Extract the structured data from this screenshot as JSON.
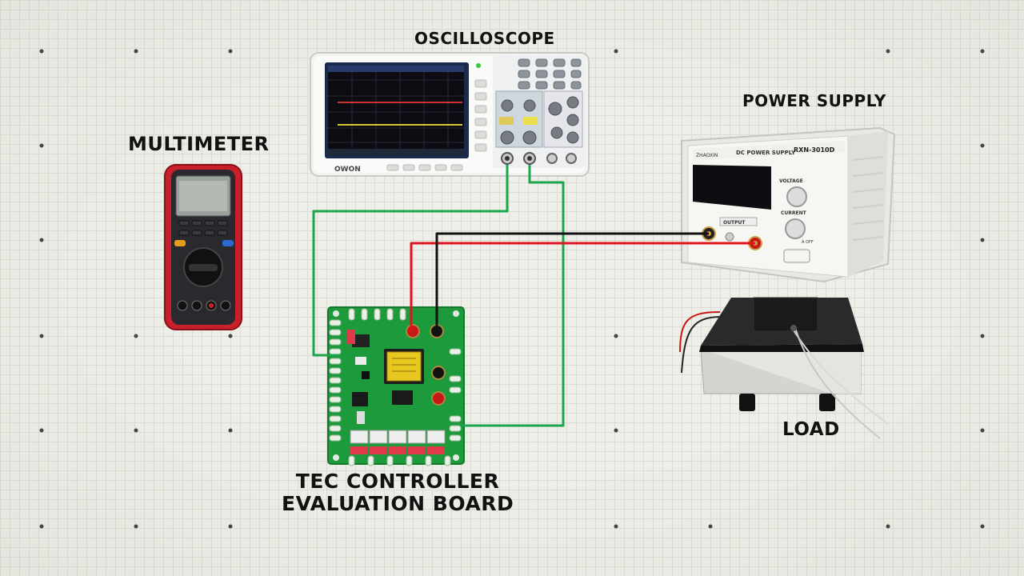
{
  "labels": {
    "oscilloscope": "OSCILLOSCOPE",
    "multimeter": "MULTIMETER",
    "power_supply": "POWER SUPPLY",
    "load": "LOAD",
    "tec_line1": "TEC CONTROLLER",
    "tec_line2": "EVALUATION BOARD"
  },
  "devices": {
    "oscilloscope_brand": "OWON",
    "power_supply_model": "RXN-3010D",
    "power_supply_title": "DC POWER SUPPLY",
    "power_supply_brand": "ZHAOXIN",
    "ps_voltage_label": "VOLTAGE",
    "ps_current_label": "CURRENT",
    "ps_output_label": "OUTPUT",
    "ps_on_off_label": "A OFF"
  },
  "colors": {
    "wire_green": "#1aa64a",
    "wire_red": "#e0141e",
    "wire_black": "#111111",
    "pcb_green": "#1c9a3c",
    "multimeter_red": "#c8202a"
  }
}
